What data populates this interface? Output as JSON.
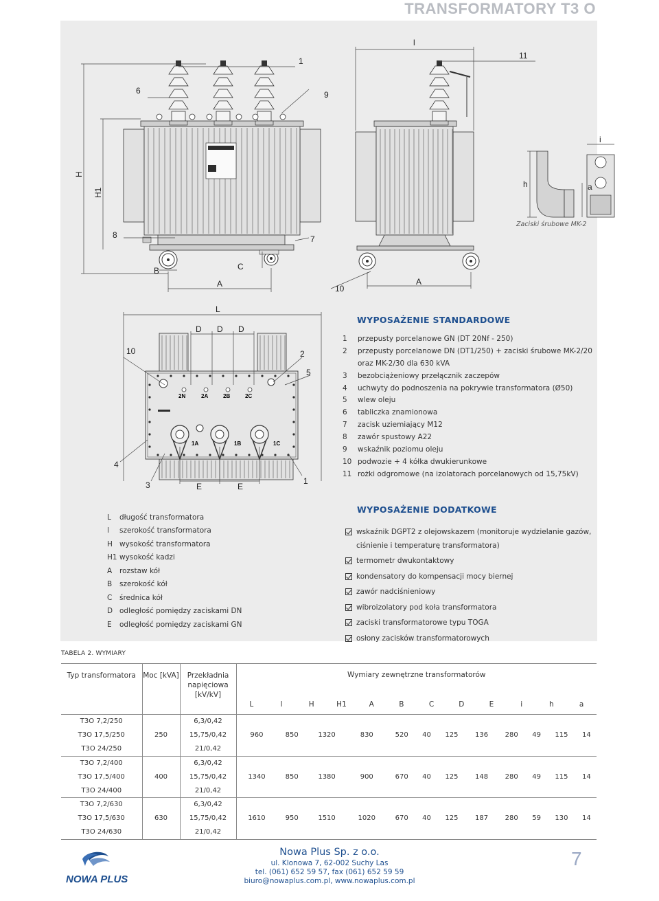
{
  "header": {
    "title": "TRANSFORMATORY T3 O"
  },
  "drawing_labels": {
    "front": {
      "n1": "1",
      "n6": "6",
      "n9": "9",
      "n8": "8",
      "n7": "7",
      "H": "H",
      "H1": "H1",
      "B": "B",
      "C": "C",
      "A": "A"
    },
    "side": {
      "l": "l",
      "n11": "11",
      "n10": "10",
      "A": "A"
    },
    "top": {
      "L": "L",
      "D1": "D",
      "D2": "D",
      "D3": "D",
      "n10": "10",
      "n2": "2",
      "n5": "5",
      "n4": "4",
      "n3": "3",
      "n1": "1",
      "E1": "E",
      "E2": "E",
      "b2N": "2N",
      "b2A": "2A",
      "b2B": "2B",
      "b2C": "2C",
      "b1A": "1A",
      "b1B": "1B",
      "b1C": "1C"
    },
    "clamp": {
      "i": "i",
      "h": "h",
      "a": "a"
    }
  },
  "clamp_caption": "Zaciski śrubowe MK-2",
  "standard_equipment": {
    "heading": "WYPOSAŻENIE STANDARDOWE",
    "items": [
      {
        "num": "1",
        "text": "przepusty porcelanowe GN (DT 20Nf - 250)"
      },
      {
        "num": "2",
        "text": "przepusty porcelanowe DN (DT1/250) + zaciski śrubowe MK-2/20"
      },
      {
        "num": "",
        "text": "oraz MK-2/30 dla 630 kVA"
      },
      {
        "num": "3",
        "text": "bezobciążeniowy przełącznik zaczepów"
      },
      {
        "num": "4",
        "text": "uchwyty do podnoszenia na pokrywie transformatora (Ø50)"
      },
      {
        "num": "5",
        "text": "wlew oleju"
      },
      {
        "num": "6",
        "text": "tabliczka znamionowa"
      },
      {
        "num": "7",
        "text": "zacisk uziemiający M12"
      },
      {
        "num": "8",
        "text": "zawór spustowy A22"
      },
      {
        "num": "9",
        "text": "wskaźnik poziomu oleju"
      },
      {
        "num": "10",
        "text": "podwozie + 4 kółka dwukierunkowe"
      },
      {
        "num": "11",
        "text": "rożki odgromowe (na izolatorach porcelanowych od 15,75kV)"
      }
    ]
  },
  "legend": [
    {
      "sym": "L",
      "text": "długość transformatora"
    },
    {
      "sym": "l",
      "text": "szerokość transformatora"
    },
    {
      "sym": "H",
      "text": "wysokość transformatora"
    },
    {
      "sym": "H1",
      "text": "wysokość kadzi"
    },
    {
      "sym": "A",
      "text": "rozstaw kół"
    },
    {
      "sym": "B",
      "text": "szerokość kół"
    },
    {
      "sym": "C",
      "text": "średnica kół"
    },
    {
      "sym": "D",
      "text": "odległość pomiędzy zaciskami DN"
    },
    {
      "sym": "E",
      "text": "odległość pomiędzy zaciskami GN"
    }
  ],
  "additional_equipment": {
    "heading": "WYPOSAŻENIE DODATKOWE",
    "items": [
      "wskaźnik DGPT2 z olejowskazem (monitoruje wydzielanie gazów, ciśnienie i temperaturę transformatora)",
      "termometr dwukontaktowy",
      "kondensatory do kompensacji mocy biernej",
      "zawór nadciśnieniowy",
      "wibroizolatory pod koła transformatora",
      "zaciski transformatorowe typu TOGA",
      "osłony zacisków transformatorowych"
    ]
  },
  "table": {
    "label": "TABELA 2. WYMIARY",
    "headers": {
      "type": "Typ transformatora",
      "power": "Moc [kVA]",
      "ratio": "Przekładnia napięciowa [kV/kV]",
      "dims": "Wymiary zewnętrzne transformatorów",
      "dim_cols": [
        "L",
        "l",
        "H",
        "H1",
        "A",
        "B",
        "C",
        "D",
        "E",
        "i",
        "h",
        "a"
      ]
    },
    "groups": [
      {
        "power": "250",
        "rows": [
          {
            "type": "T3O 7,2/250",
            "ratio": "6,3/0,42"
          },
          {
            "type": "T3O 17,5/250",
            "ratio": "15,75/0,42"
          },
          {
            "type": "T3O 24/250",
            "ratio": "21/0,42"
          }
        ],
        "dims": [
          "960",
          "850",
          "1320",
          "830",
          "520",
          "40",
          "125",
          "136",
          "280",
          "49",
          "115",
          "14"
        ]
      },
      {
        "power": "400",
        "rows": [
          {
            "type": "T3O 7,2/400",
            "ratio": "6,3/0,42"
          },
          {
            "type": "T3O 17,5/400",
            "ratio": "15,75/0,42"
          },
          {
            "type": "T3O 24/400",
            "ratio": "21/0,42"
          }
        ],
        "dims": [
          "1340",
          "850",
          "1380",
          "900",
          "670",
          "40",
          "125",
          "148",
          "280",
          "49",
          "115",
          "14"
        ]
      },
      {
        "power": "630",
        "rows": [
          {
            "type": "T3O 7,2/630",
            "ratio": "6,3/0,42"
          },
          {
            "type": "T3O 17,5/630",
            "ratio": "15,75/0,42"
          },
          {
            "type": "T3O 24/630",
            "ratio": "21/0,42"
          }
        ],
        "dims": [
          "1610",
          "950",
          "1510",
          "1020",
          "670",
          "40",
          "125",
          "187",
          "280",
          "59",
          "130",
          "14"
        ]
      }
    ]
  },
  "footer": {
    "logo_text": "NOWA PLUS",
    "company": "Nowa Plus Sp. z o.o.",
    "address": "ul. Klonowa 7, 62-002 Suchy Las",
    "phone": "tel. (061) 652 59 57, fax (061) 652 59 59",
    "email_web": "biuro@nowaplus.com.pl, www.nowaplus.com.pl",
    "page": "7"
  },
  "colors": {
    "accent": "#1e4f8f",
    "header_gray": "#b9bcc2",
    "panel": "#ececec"
  }
}
